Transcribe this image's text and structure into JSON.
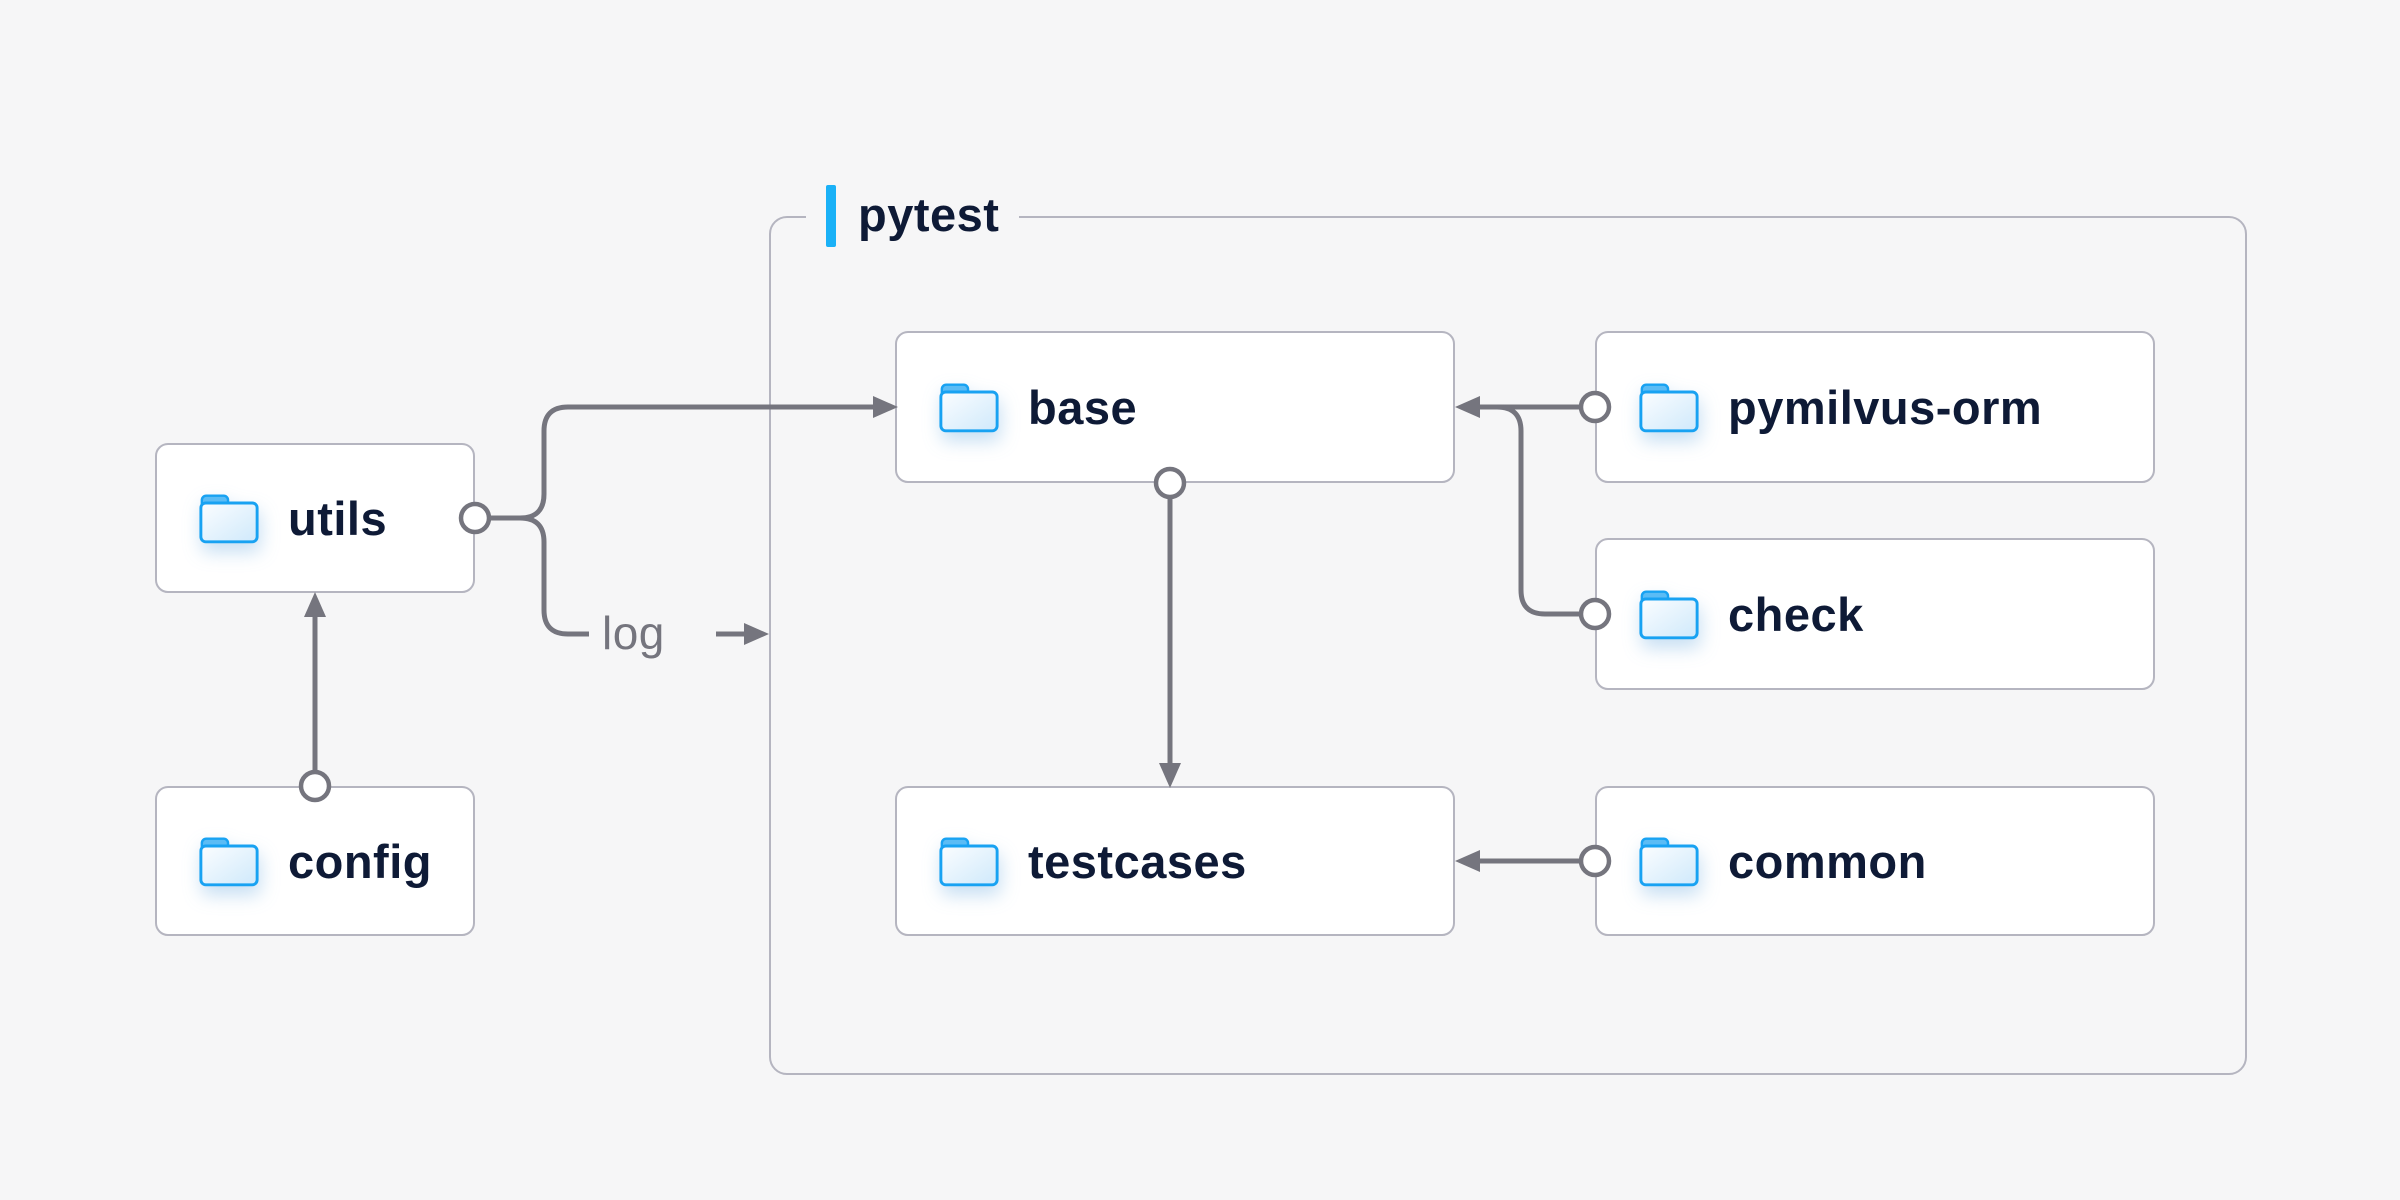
{
  "colors": {
    "bg": "#f6f6f7",
    "node-fill": "#ffffff",
    "node-border": "#b5b5c0",
    "wire": "#75757e",
    "ink": "#0e1a36",
    "accent": "#1ab1f7",
    "folder-stroke": "#18a2f2",
    "folder-tab": "#5bbcf5",
    "folder-body-light": "#fbfdff",
    "folder-body-dark": "#cfe9fb"
  },
  "container": {
    "label": "pytest"
  },
  "nodes": [
    {
      "id": "utils",
      "label": "utils"
    },
    {
      "id": "config",
      "label": "config"
    },
    {
      "id": "base",
      "label": "base"
    },
    {
      "id": "pymilvus-orm",
      "label": "pymilvus-orm"
    },
    {
      "id": "check",
      "label": "check"
    },
    {
      "id": "testcases",
      "label": "testcases"
    },
    {
      "id": "common",
      "label": "common"
    }
  ],
  "edge_labels": {
    "log": "log"
  },
  "edges": [
    {
      "from": "config",
      "to": "utils",
      "style": "arrow"
    },
    {
      "from": "utils",
      "to": "base",
      "style": "arrow"
    },
    {
      "from": "utils",
      "to": "pytest",
      "style": "labeled-arrow",
      "label": "log"
    },
    {
      "from": "pymilvus-orm",
      "to": "base",
      "style": "arrow"
    },
    {
      "from": "check",
      "to": "base",
      "style": "arrow"
    },
    {
      "from": "base",
      "to": "testcases",
      "style": "arrow"
    },
    {
      "from": "common",
      "to": "testcases",
      "style": "arrow"
    }
  ]
}
